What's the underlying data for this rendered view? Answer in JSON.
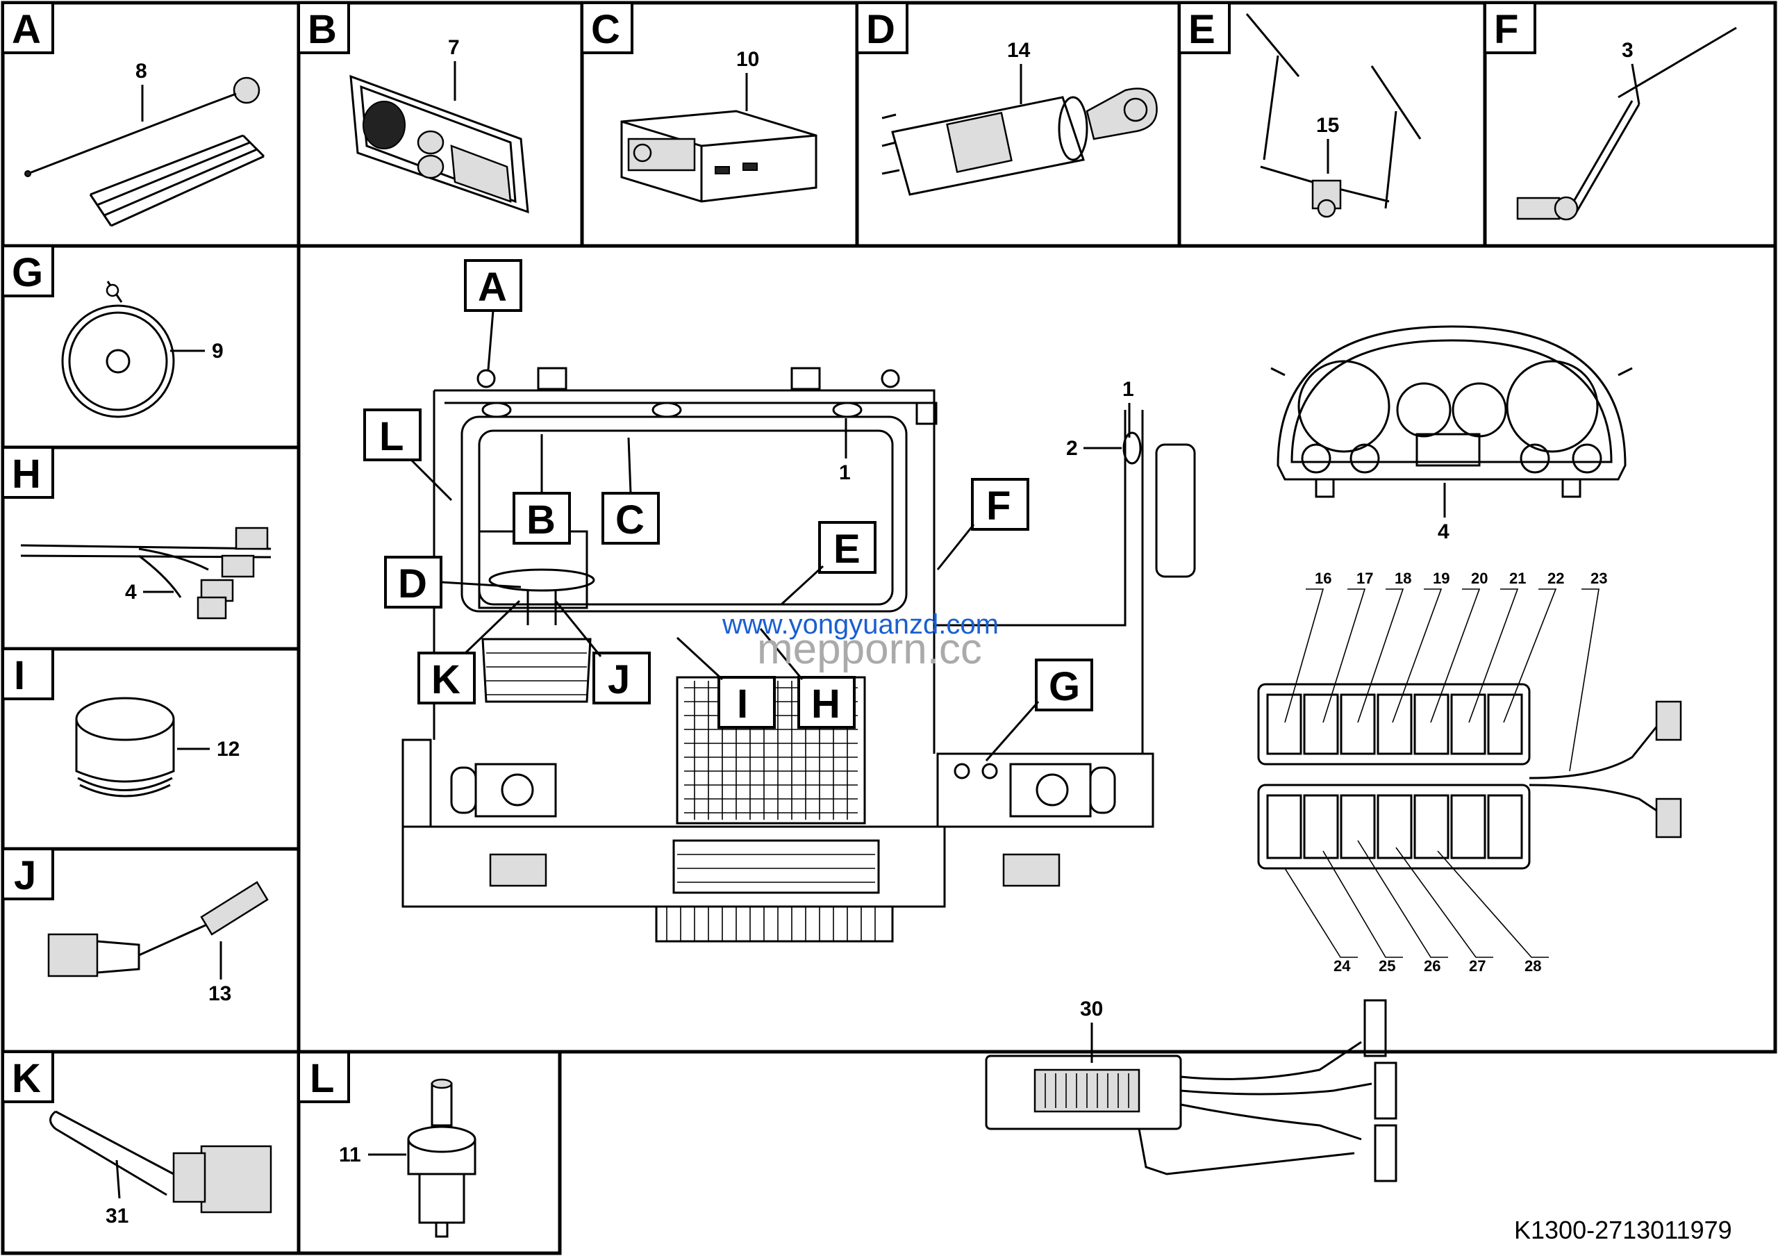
{
  "panels": {
    "A": {
      "letter": "A",
      "part": "8"
    },
    "B": {
      "letter": "B",
      "part": "7"
    },
    "C": {
      "letter": "C",
      "part": "10"
    },
    "D": {
      "letter": "D",
      "part": "14"
    },
    "E": {
      "letter": "E",
      "part": "15"
    },
    "F": {
      "letter": "F",
      "part": "3"
    },
    "G": {
      "letter": "G",
      "part": "9"
    },
    "H": {
      "letter": "H",
      "part": "4"
    },
    "I": {
      "letter": "I",
      "part": "12"
    },
    "J": {
      "letter": "J",
      "part": "13"
    },
    "K": {
      "letter": "K",
      "part": "31"
    },
    "L": {
      "letter": "L",
      "part": "11"
    }
  },
  "main_callouts": {
    "A": "A",
    "B": "B",
    "C": "C",
    "D": "D",
    "E": "E",
    "F": "F",
    "G": "G",
    "H": "H",
    "I": "I",
    "J": "J",
    "K": "K",
    "L": "L",
    "lamp": "1",
    "mirror_top": "1",
    "mirror": "2"
  },
  "instrument_cluster": {
    "part": "4"
  },
  "switch_panel": {
    "top_labels": [
      "16",
      "17",
      "18",
      "19",
      "20",
      "21",
      "22",
      "23"
    ],
    "bottom_labels": [
      "24",
      "25",
      "26",
      "27",
      "28"
    ]
  },
  "harness": {
    "part": "30"
  },
  "watermark": {
    "url": "www.yongyuanzd.com",
    "brand": "mepporn.cc"
  },
  "document_code": "K1300-2713011979"
}
